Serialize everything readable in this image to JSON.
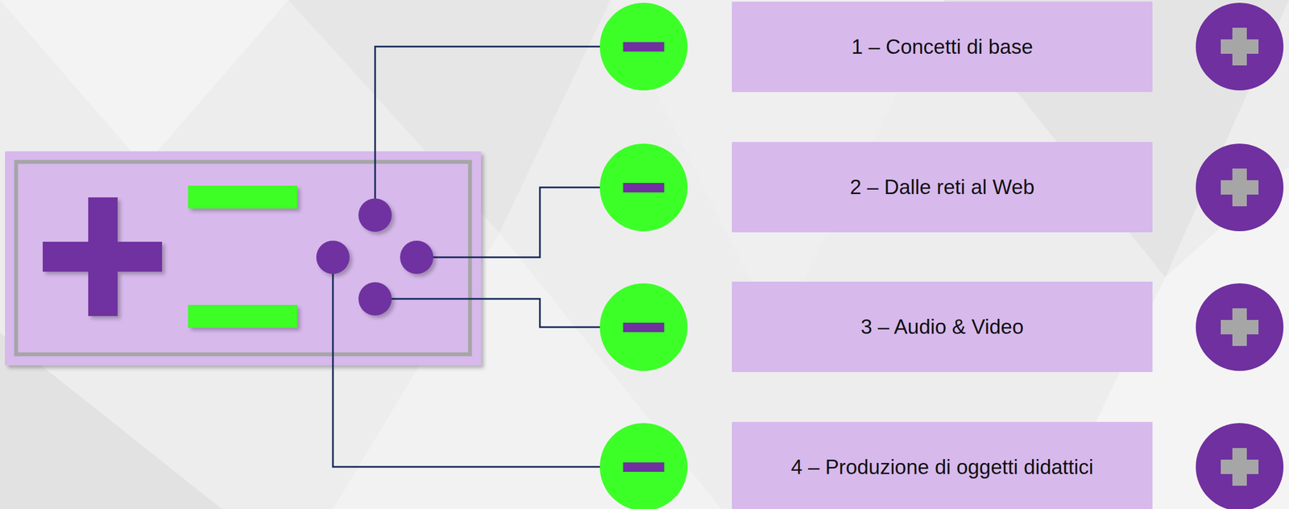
{
  "diagram": {
    "nodes": [
      {
        "text": [
          "1 – Concetti di base"
        ]
      },
      {
        "text": [
          "2 – Dalle reti al Web"
        ]
      },
      {
        "text": [
          "3 – Audio & Video"
        ]
      },
      {
        "text": [
          "4 – Produzione di oggetti didattici"
        ]
      }
    ]
  }
}
